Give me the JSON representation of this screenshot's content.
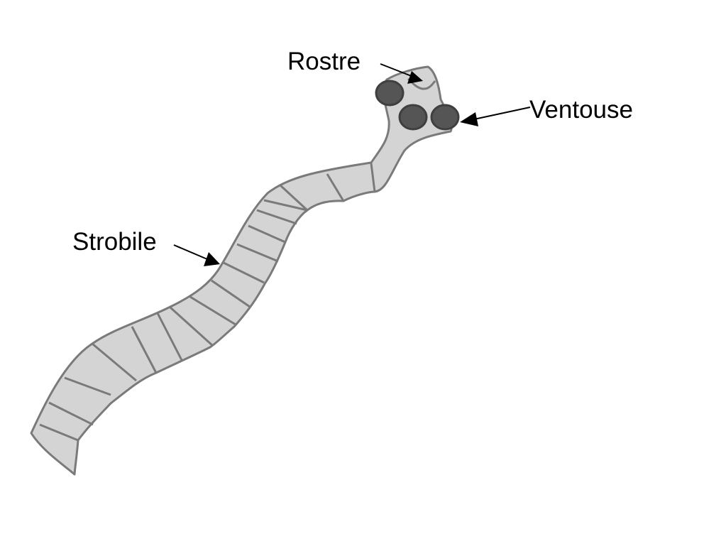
{
  "diagram": {
    "labels": {
      "rostre": "Rostre",
      "ventouse": "Ventouse",
      "strobile": "Strobile"
    },
    "colors": {
      "body_fill": "#d4d4d4",
      "body_outline": "#7a7a7a",
      "sucker_fill": "#555555",
      "arrow": "#000000"
    }
  }
}
